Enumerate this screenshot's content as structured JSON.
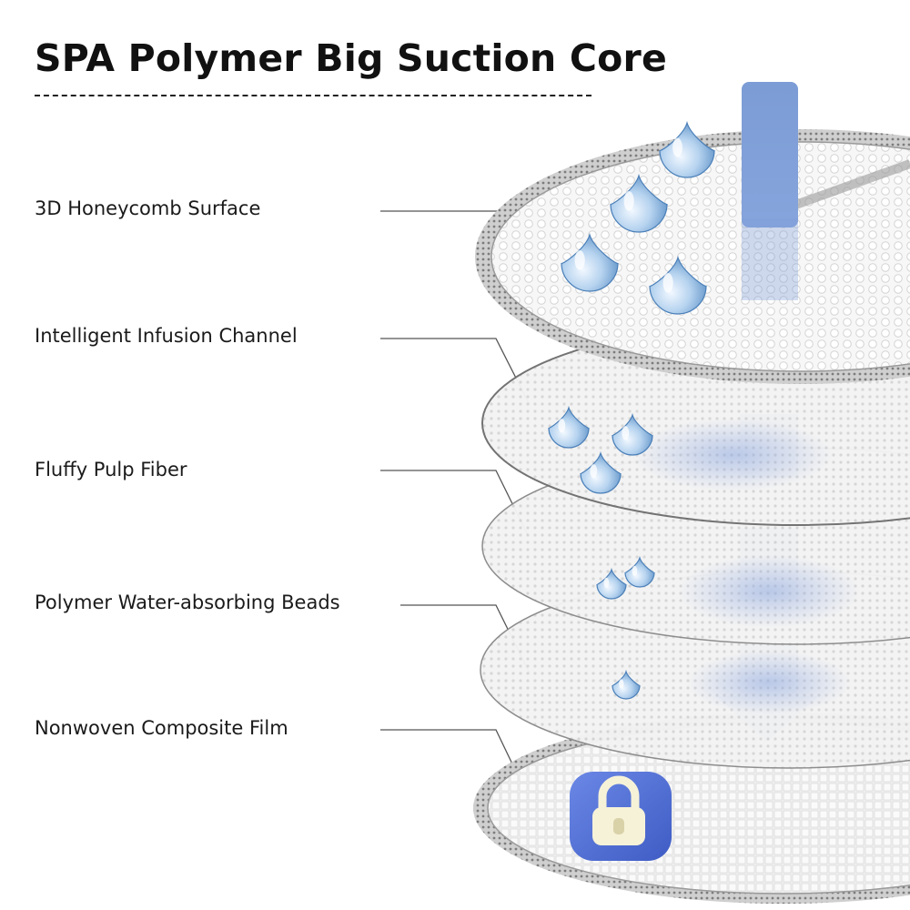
{
  "title": "SPA Polymer Big Suction Core",
  "layers": [
    {
      "name": "3D Honeycomb Surface"
    },
    {
      "name": "Intelligent Infusion Channel"
    },
    {
      "name": "Fluffy Pulp Fiber"
    },
    {
      "name": "Polymer Water-absorbing Beads"
    },
    {
      "name": "Nonwoven Composite Film"
    }
  ],
  "icons": {
    "drop": "water-drop-icon",
    "arrow": "flow-arrow-icon",
    "lock": "lock-icon"
  },
  "colors": {
    "arrow": "#7f9fd6",
    "drop_light": "#e4f0fb",
    "drop_dark": "#5d8fc4",
    "lock_bg": "#4f6fd3",
    "lock_body": "#f6f2d8",
    "disc_edge": "#8a8a8a",
    "disc_fill": "#f4f4f4"
  }
}
